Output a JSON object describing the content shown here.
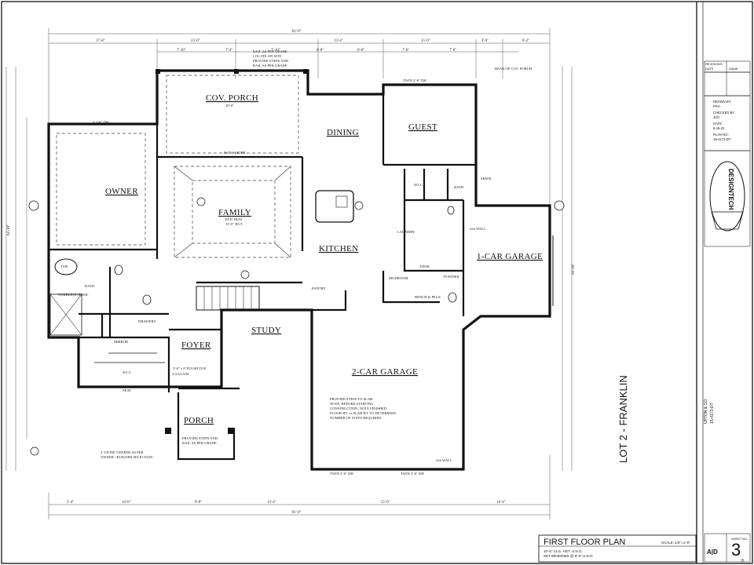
{
  "rooms": {
    "cov_porch": "COV. PORCH",
    "owner": "OWNER",
    "family": "FAMILY",
    "dining": "DINING",
    "guest": "GUEST",
    "kitchen": "KITCHEN",
    "one_car_garage": "1-CAR GARAGE",
    "study": "STUDY",
    "foyer": "FOYER",
    "two_car_garage": "2-CAR GARAGE",
    "porch": "PORCH"
  },
  "labels": {
    "cov_porch_size": "20'-0\"",
    "family_tray": "PAN TRAY",
    "family_hgt": "13'-0\" HGT.",
    "laundry": "LAUNDRY",
    "desk": "DESK",
    "powder": "POWDER",
    "mudroom": "MUDROOM",
    "pantry": "PANTRY",
    "bench_pegs": "BENCH & PEGS",
    "bath": "BATH",
    "wic": "W.I.C.",
    "shwr": "SHWR",
    "curbless_shower": "CURBLESS SHWR.",
    "tub": "TUB",
    "drawers": "DRAWERS",
    "mirror": "MIRROR",
    "seat": "SEAT",
    "entry_door": "3'-6\" x 8' FLUSH TOP",
    "entry_glass": "3/4 GLASS",
    "garage_note": [
      "PROVIDE STEPS TO SLAB.",
      "NOTE: BEFORE STARTING",
      "CONSTRUCTION, NOTE FINISHED",
      "FLOOR HT. vs SLAB HT. TO DETERMINE",
      "NUMBER OF STEPS REQUIRED."
    ],
    "rail_note": [
      "RAIL AS PER GRADE",
      "LOCATE ON SITE",
      "PROVIDE STEPS AND",
      "RAIL AS PER GRADE"
    ],
    "rear_cov_porch": "REAR OF COV. PORCH",
    "front_steps": [
      "PROVIDE STEPS AND",
      "RAIL AS PER GRADE"
    ],
    "stone_veneer": [
      "2' STONE VENEER AS PER",
      "OWNER / BUILDER SELECTION",
      ""
    ],
    "twin_dh": "TWIN 2'-6\" DH",
    "owner_dh": "3 2'-6\" DH",
    "slider": "16'-8\" SLIDER",
    "wall_2x6": "2x6 WALL"
  },
  "dims": {
    "overall_width": "81'-0\"",
    "top_row": [
      "17'-8\"",
      "23'-0\"",
      "",
      "13'-4\"",
      "15'-0\"",
      "4'-6\"",
      "6'-2\""
    ],
    "sub_row": [
      "7'-10\"",
      "7'-4\"",
      "7'-10\"",
      "6'-8\"",
      "6'-8\"",
      "7'-6\"",
      "7'-6\"",
      ""
    ],
    "bottom_row": [
      "5'-4\"",
      "14'-0\"",
      "9'-8\"",
      "13'-4\"",
      "25'-0\"",
      "14'-4\""
    ],
    "left_overall": "64'-10\"",
    "right_overall": "64'-10\""
  },
  "sheet": {
    "title": "FIRST FLOOR PLAN",
    "scale": "SCALE: 1/4\"=1'-0\"",
    "notes": [
      "10'-0\" CLG. HGT. U.N.O.",
      "SET WINDOWS @ 8'-0\" U.N.O."
    ]
  },
  "title_block": {
    "revisions": "REVISIONS",
    "date_col": "DATE",
    "name_col": "NAME",
    "drawn_by_label": "DRAWN BY:",
    "drawn_by": "FRH",
    "checked_by_label": "CHECKED BY:",
    "checked_by": "JCD",
    "date_label": "DATE:",
    "date": "6-15-22",
    "plan_no_label": "PLAN NO.:",
    "plan_no": "15-4173-DT",
    "logo": "DESIGNTECH",
    "project": "LOT 2 - FRANKLIN",
    "client": "UPTON & CO.",
    "ad_mark": "A|D",
    "sheet_label": "SHEET NO.",
    "sheet_number": "3",
    "sheet_of": "8"
  }
}
